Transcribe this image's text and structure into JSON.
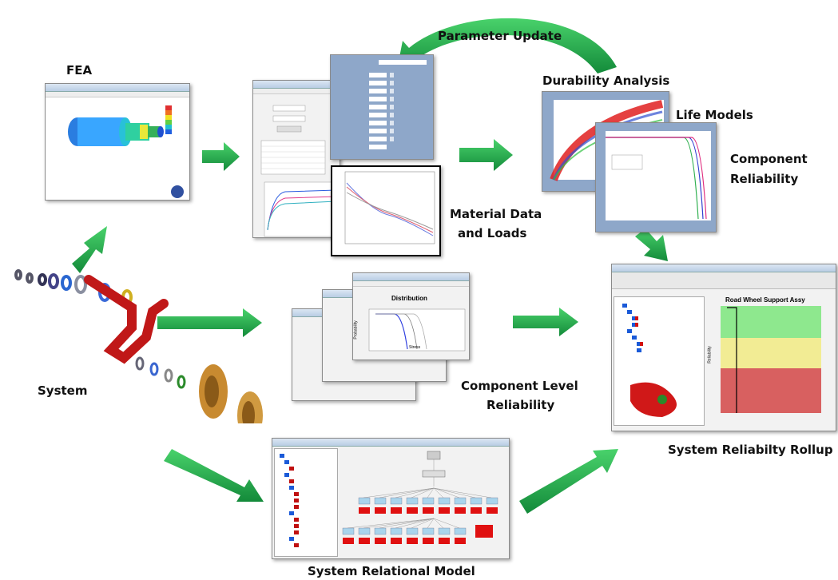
{
  "labels": {
    "fea": "FEA",
    "parameter_update": "Parameter Update",
    "durability": "Durability Analysis",
    "life_models": "Life Models",
    "component_reliability": [
      "Component",
      "Reliability"
    ],
    "material": [
      "Material Data",
      "and Loads"
    ],
    "system": "System",
    "component_level": [
      "Component Level",
      "Reliability"
    ],
    "system_rollup": "System Reliabilty Rollup",
    "relational": "System Relational Model"
  },
  "dist_window": {
    "title": "Distribution",
    "x_label": "Stress",
    "y_label": "Probability"
  },
  "rollup_window": {
    "title": "Road Wheel Support Assy",
    "y_label": "Reliability"
  },
  "colors": {
    "arrow": "#2bb24c",
    "arrow_dark": "#16863a",
    "panel_blue": "#8ea7c9",
    "green_zone": "#8ee88e",
    "yellow_zone": "#f2ec94",
    "red_zone": "#d86060"
  }
}
